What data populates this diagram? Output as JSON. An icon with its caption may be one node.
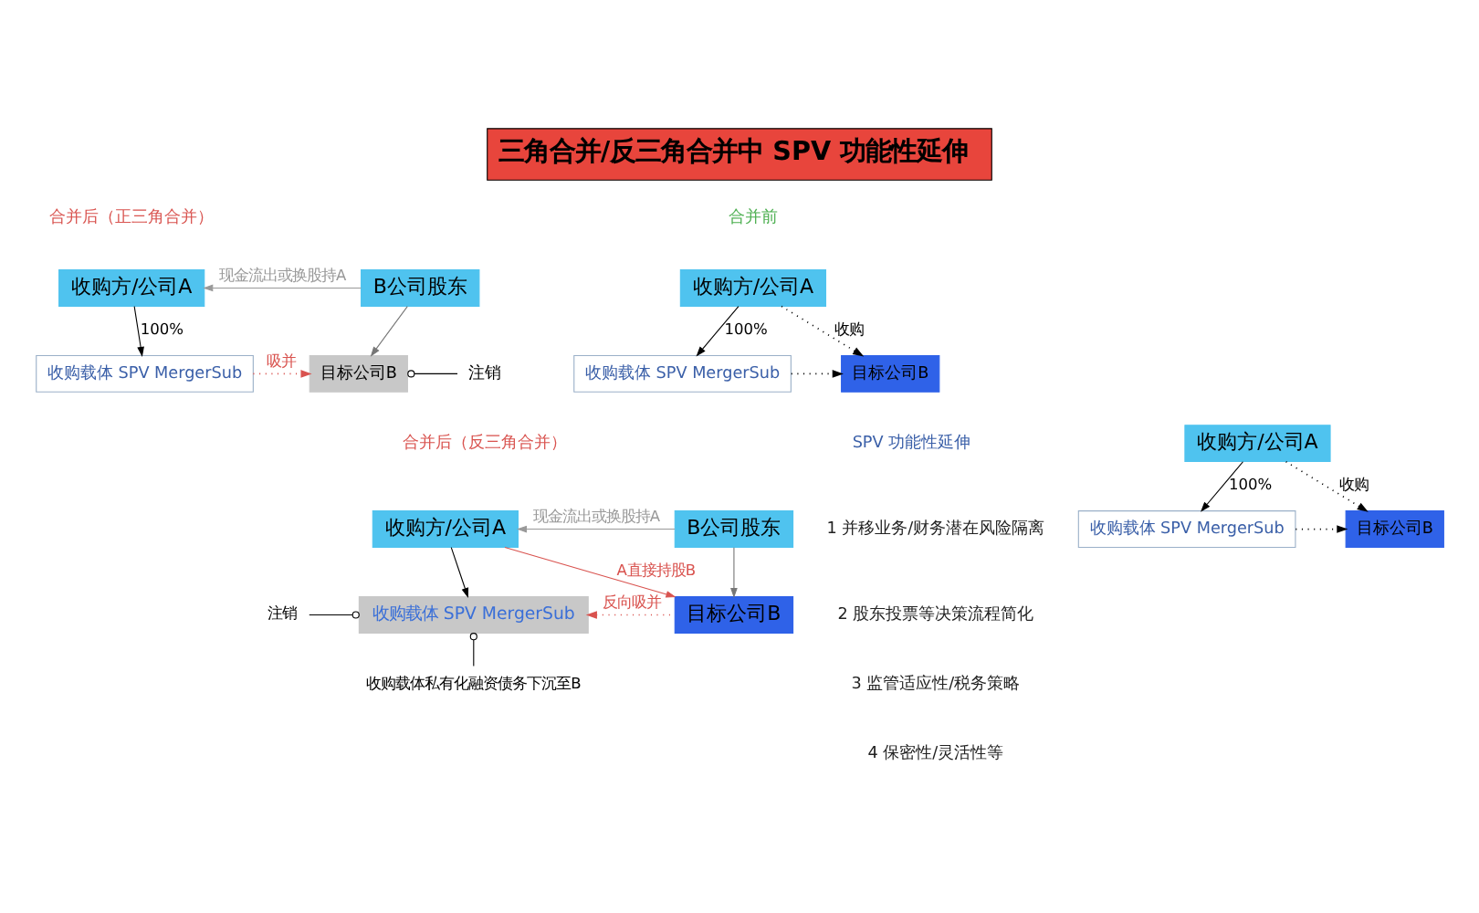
{
  "diagram": {
    "title": "三角合并/反三角合并中 SPV 功能性延伸",
    "nodes": [
      {
        "text": [
          "收购方/公司A"
        ]
      },
      {
        "text": [
          "收购载体 SPV MergerSub"
        ]
      },
      {
        "text": [
          "目标公司B"
        ]
      },
      {
        "text": [
          "收购方/公司A"
        ]
      },
      {
        "text": [
          "B公司股东"
        ]
      },
      {
        "text": [
          "收购载体 SPV MergerSub"
        ]
      },
      {
        "text": [
          "目标公司B"
        ]
      },
      {
        "text": [
          "注销"
        ]
      },
      {
        "text": [
          "收购方/公司A"
        ]
      },
      {
        "text": [
          "收购载体 SPV MergerSub"
        ]
      },
      {
        "text": [
          "目标公司B"
        ]
      },
      {
        "text": [
          "收购方/公司A"
        ]
      },
      {
        "text": [
          "B公司股东"
        ]
      },
      {
        "text": [
          "收购载体 SPV MergerSub"
        ]
      },
      {
        "text": [
          "目标公司B"
        ]
      },
      {
        "text": [
          "注销"
        ]
      },
      {
        "text": [
          "收购载体私有化融资债务下沉至B"
        ]
      }
    ],
    "edges": [
      {
        "from": 0,
        "to": 1,
        "arrow": "to",
        "label": "100%"
      },
      {
        "from": 0,
        "to": 2,
        "arrow": "to",
        "label": "收购",
        "style": "dashed"
      },
      {
        "from": 1,
        "to": 2,
        "arrow": "to",
        "style": "dashed"
      },
      {
        "from": 4,
        "to": 3,
        "arrow": "to",
        "label": "现金流出或换股持A",
        "color": "#999999"
      },
      {
        "from": 3,
        "to": 5,
        "arrow": "to",
        "label": "100%"
      },
      {
        "from": 4,
        "to": 6,
        "arrow": "to",
        "color": "#777777"
      },
      {
        "from": 5,
        "to": 6,
        "arrow": "to",
        "label": "吸并",
        "style": "dashed",
        "color": "#d9534f"
      },
      {
        "from": 6,
        "to": 7,
        "arrow": "other"
      },
      {
        "from": 12,
        "to": 11,
        "arrow": "to",
        "label": "现金流出或换股持A",
        "color": "#999999"
      },
      {
        "from": 11,
        "to": 13,
        "arrow": "to"
      },
      {
        "from": 11,
        "to": 14,
        "arrow": "to",
        "label": "A直接持股B",
        "color": "#d9534f"
      },
      {
        "from": 12,
        "to": 14,
        "arrow": "to",
        "color": "#777777"
      },
      {
        "from": 14,
        "to": 13,
        "arrow": "to",
        "label": "反向吸并",
        "style": "dashed",
        "color": "#d9534f"
      },
      {
        "from": 13,
        "to": 15,
        "arrow": "other"
      },
      {
        "from": 13,
        "to": 16,
        "arrow": "other"
      },
      {
        "from": 8,
        "to": 9,
        "arrow": "to",
        "label": "100%"
      },
      {
        "from": 8,
        "to": 10,
        "arrow": "to",
        "label": "收购",
        "style": "dashed"
      },
      {
        "from": 9,
        "to": 10,
        "arrow": "to",
        "style": "dashed"
      }
    ],
    "labels": [
      "合并前",
      "合并后（正三角合并）",
      "SPV 功能性延伸",
      "1 并移业务/财务潜在风险隔离",
      "2 股东投票等决策流程简化",
      "3 监管适应性/税务策略",
      "4 保密性/灵活性等",
      "合并后（反三角合并）"
    ]
  }
}
